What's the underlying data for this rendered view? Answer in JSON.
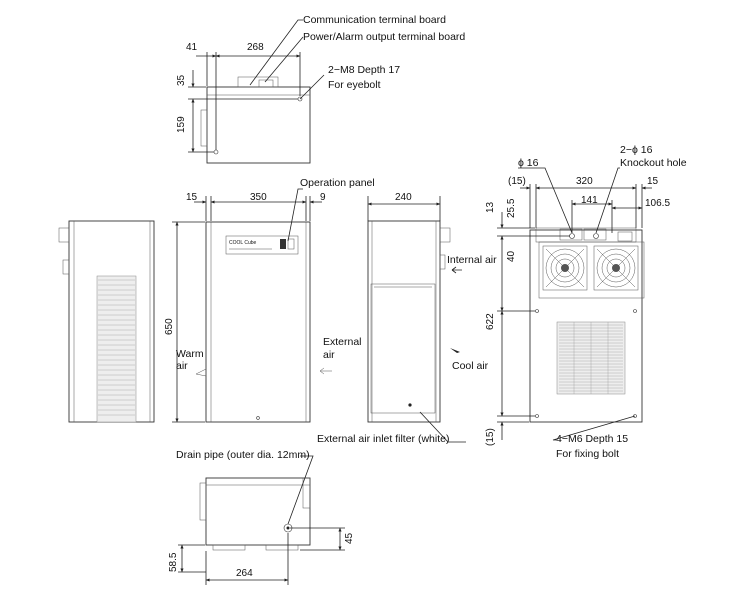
{
  "labels": {
    "comm_board": "Communication terminal board",
    "power_board": "Power/Alarm output terminal board",
    "eyebolt_spec": "2−M8 Depth 17",
    "eyebolt_for": "For eyebolt",
    "operation_panel": "Operation panel",
    "phi16": "ϕ 16",
    "knockout_spec": "2−ϕ 16",
    "knockout_hole": "Knockout hole",
    "internal_air": "Internal air",
    "warm_air_1": "Warm",
    "warm_air_2": "air",
    "external_air_1": "External",
    "external_air_2": "air",
    "cool_air": "Cool air",
    "filter": "External air inlet filter (white)",
    "fixing_spec": "4−M6 Depth 15",
    "fixing_for": "For fixing bolt",
    "drain_pipe": "Drain pipe (outer dia. 12mm)",
    "brand": "COOL Cube"
  },
  "dimensions": {
    "top_41": "41",
    "top_268": "268",
    "top_35": "35",
    "top_159": "159",
    "front_15": "15",
    "front_350": "350",
    "front_9": "9",
    "front_650": "650",
    "side_240": "240",
    "rear_15_paren": "(15)",
    "rear_320": "320",
    "rear_15": "15",
    "rear_141": "141",
    "rear_106_5": "106.5",
    "rear_13": "13",
    "rear_25_5": "25.5",
    "rear_40": "40",
    "rear_622": "622",
    "rear_15_bottom": "(15)",
    "bottom_264": "264",
    "bottom_45": "45",
    "bottom_58_5": "58.5"
  }
}
